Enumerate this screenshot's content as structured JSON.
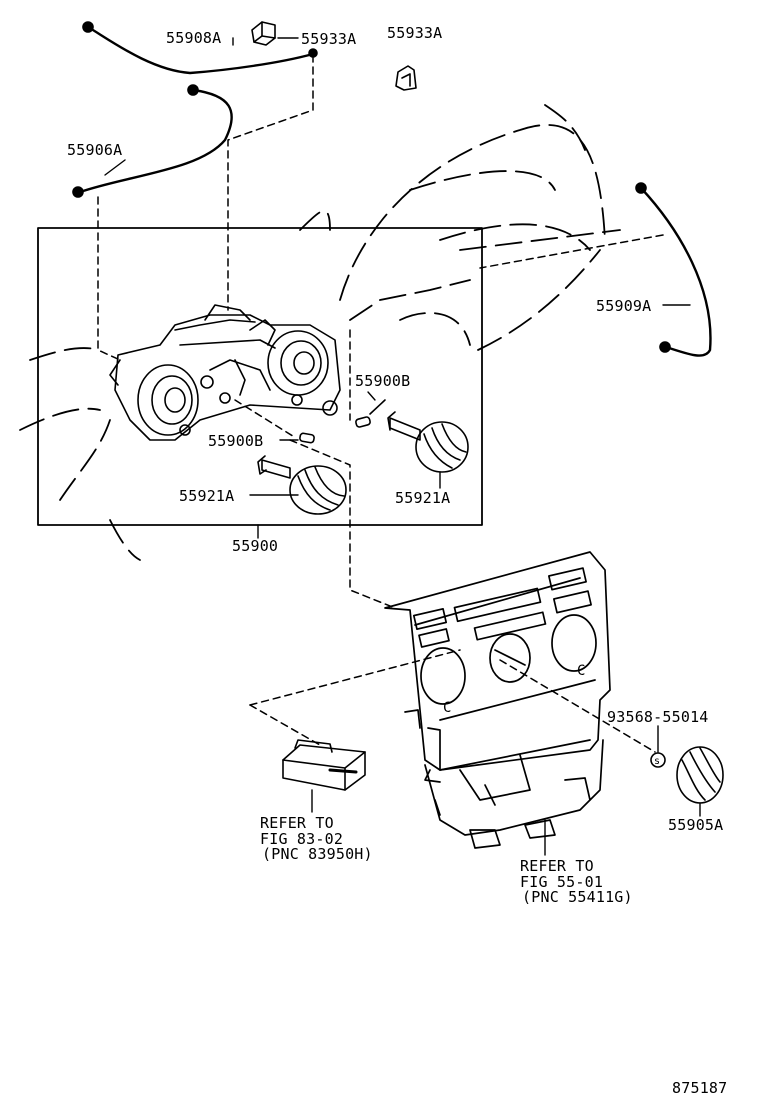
{
  "diagram_number": "875187",
  "callouts": {
    "cable_55908A": "55908A",
    "clip_55933A_left": "55933A",
    "clip_55933A_right": "55933A",
    "cable_55906A": "55906A",
    "cable_55909A": "55909A",
    "bulb_55900B_right": "55900B",
    "bulb_55900B_left": "55900B",
    "knob_55921A_left": "55921A",
    "knob_55921A_right": "55921A",
    "assembly_55900": "55900",
    "washer_93568": "93568-55014",
    "knob_55905A": "55905A"
  },
  "references": {
    "ref_fig_83": [
      "REFER TO",
      "FIG 83-02",
      "(PNC 83950H)"
    ],
    "ref_fig_55": [
      "REFER TO",
      "FIG 55-01",
      "(PNC 55411G)"
    ]
  },
  "panel_marks": {
    "left_c": "C",
    "right_c": "C"
  },
  "colors": {
    "ink": "#000000",
    "paper": "#ffffff"
  }
}
